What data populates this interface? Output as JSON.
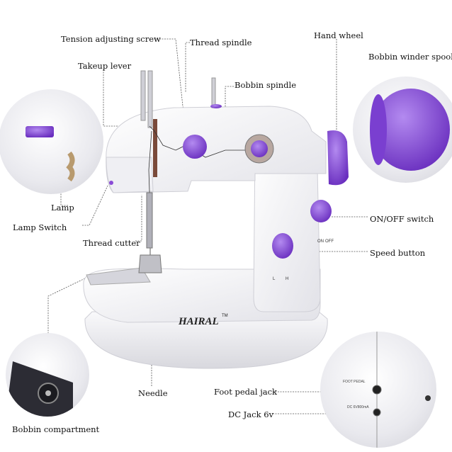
{
  "labels": {
    "tension": "Tension adjusting screw",
    "thread_spindle": "Thread spindle",
    "hand_wheel": "Hand wheel",
    "bobbin_winder": "Bobbin winder spool",
    "takeup": "Takeup lever",
    "bobbin_spindle": "Bobbin spindle",
    "lamp": "Lamp",
    "lamp_switch": "Lamp  Switch",
    "thread_cutter": "Thread cutter",
    "onoff": "ON/OFF switch",
    "speed": "Speed button",
    "needle": "Needle",
    "foot_pedal_jack": "Foot pedal jack",
    "dc_jack": "DC Jack 6v",
    "bobbin_compartment": "Bobbin compartment"
  },
  "machine": {
    "brand": "HAIRAL",
    "trademark": "TM",
    "switch_on": "ON",
    "switch_off": "OFF",
    "speed_l": "L",
    "speed_h": "H"
  },
  "jack_inset": {
    "foot_pedal_text": "FOOT PEDAL",
    "dc_text": "DC 6V800mA"
  },
  "colors": {
    "accent_purple": "#8a4bd6",
    "body_white": "#f4f4f7",
    "shadow_grey": "#c9c9d0"
  }
}
